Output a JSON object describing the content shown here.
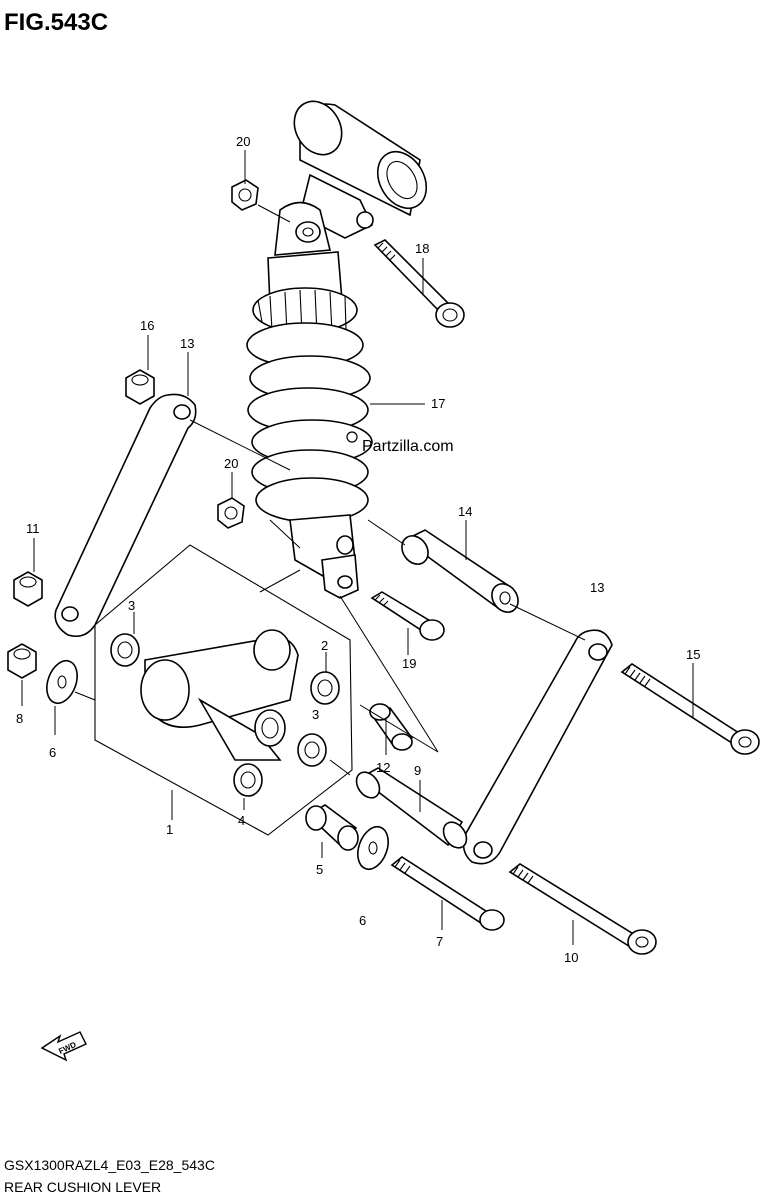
{
  "figure_title": "FIG.543C",
  "footer": {
    "code": "GSX1300RAZL4_E03_E28_543C",
    "name": "REAR CUSHION LEVER"
  },
  "watermark": "Partzilla.com",
  "fwd_label": "FWD",
  "callouts": {
    "c1": "1",
    "c2": "2",
    "c3a": "3",
    "c3b": "3",
    "c4": "4",
    "c5": "5",
    "c6a": "6",
    "c6b": "6",
    "c7": "7",
    "c8": "8",
    "c9": "9",
    "c10": "10",
    "c11": "11",
    "c12": "12",
    "c13a": "13",
    "c13b": "13",
    "c14": "14",
    "c15": "15",
    "c16": "16",
    "c17": "17",
    "c18": "18",
    "c19": "19",
    "c20a": "20",
    "c20b": "20"
  }
}
